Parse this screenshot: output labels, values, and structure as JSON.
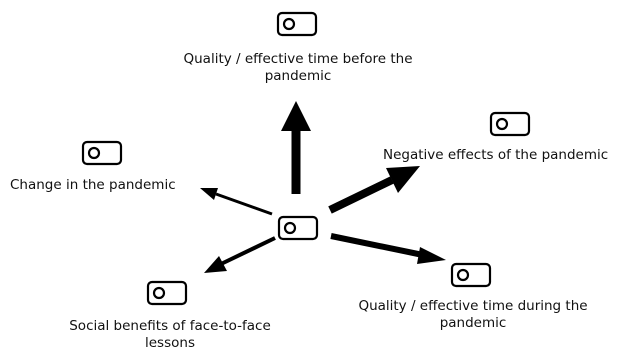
{
  "diagram": {
    "center": {
      "icon": "tag-icon"
    },
    "nodes": [
      {
        "id": "before",
        "label": "Quality / effective time before the pandemic",
        "icon": "tag-icon"
      },
      {
        "id": "negative",
        "label": "Negative effects of the pandemic",
        "icon": "tag-icon"
      },
      {
        "id": "change",
        "label": "Change in the pandemic",
        "icon": "tag-icon"
      },
      {
        "id": "during",
        "label": "Quality / effective time during the pandemic",
        "icon": "tag-icon"
      },
      {
        "id": "social",
        "label": "Social benefits of face-to-face lessons",
        "icon": "tag-icon"
      }
    ],
    "edges": [
      {
        "from": "center",
        "to": "before",
        "weight": "heavy"
      },
      {
        "from": "center",
        "to": "negative",
        "weight": "heavy"
      },
      {
        "from": "center",
        "to": "change",
        "weight": "light"
      },
      {
        "from": "center",
        "to": "during",
        "weight": "heavy"
      },
      {
        "from": "center",
        "to": "social",
        "weight": "medium"
      }
    ],
    "colors": {
      "stroke": "#000000",
      "text": "#111111"
    }
  }
}
